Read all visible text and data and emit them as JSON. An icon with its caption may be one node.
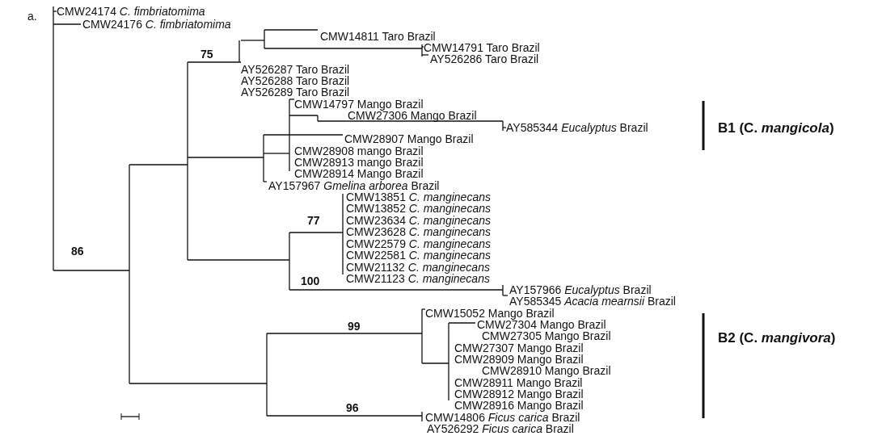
{
  "diagram": {
    "labels": [
      "a.",
      "CMW24174 *C. fimbriatomima*",
      "CMW24176 *C. fimbriatomima*",
      "CMW14811 Taro Brazil",
      "75",
      "CMW14791 Taro Brazil",
      "AY526286 Taro Brazil",
      "AY526287 Taro Brazil",
      "AY526288 Taro Brazil",
      "AY526289 Taro Brazil",
      "CMW14797 Mango Brazil",
      "CMW27306 Mango Brazil",
      "AY585344 *Eucalyptus* Brazil",
      "B1 (C. *mangicola*)",
      "CMW28907 Mango Brazil",
      "CMW28908 mango Brazil",
      "CMW28913 mango Brazil",
      "CMW28914 Mango Brazil",
      "AY157967 *Gmelina arborea* Brazil",
      "CMW13851 *C. manginecans*",
      "CMW13852 *C. manginecans*",
      "77",
      "CMW23634 *C. manginecans*",
      "CMW23628 *C. manginecans*",
      "CMW22579 *C. manginecans*",
      "86",
      "CMW22581 *C. manginecans*",
      "CMW21132 *C. manginecans*",
      "100",
      "CMW21123 *C. manginecans*",
      "AY157966 *Eucalyptus* Brazil",
      "AY585345 *Acacia mearnsii* Brazil",
      "CMW15052 Mango Brazil",
      "99",
      "CMW27304 Mango Brazil",
      "CMW27305 Mango Brazil",
      "B2 (C. *mangivora*)",
      "CMW27307 Mango Brazil",
      "CMW28909 Mango Brazil",
      "CMW28910 Mango Brazil",
      "CMW28911 Mango Brazil",
      "CMW28912 Mango Brazil",
      "CMW28916 Mango Brazil",
      "96",
      "CMW14806 *Ficus carica* Brazil",
      "AY526292 *Ficus carica* Brazil"
    ]
  }
}
